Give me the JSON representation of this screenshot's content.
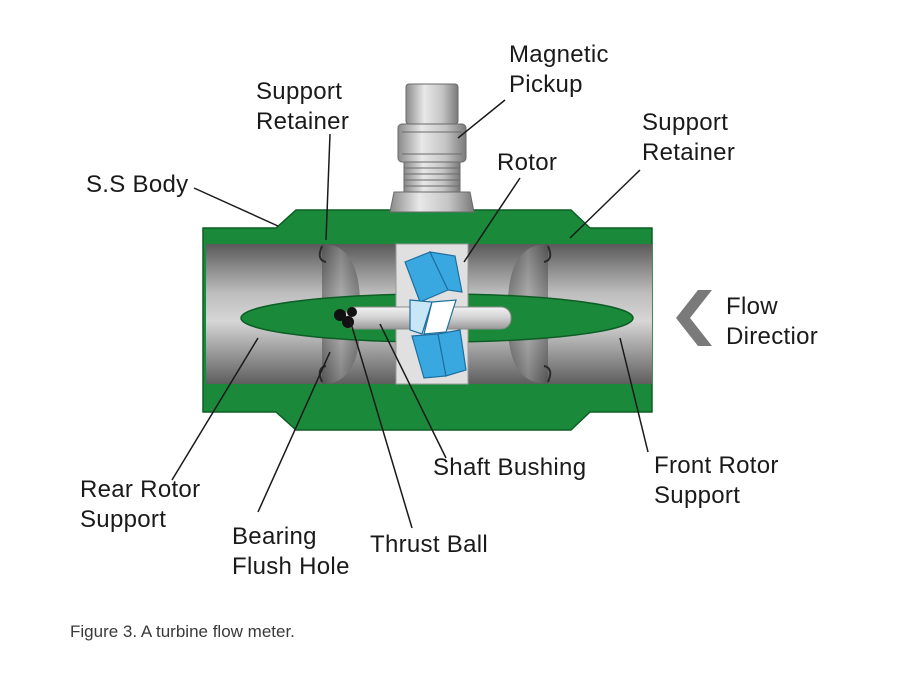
{
  "labels": {
    "magnetic_pickup": [
      "Magnetic",
      "Pickup"
    ],
    "support_retainer_left": [
      "Support",
      "Retainer"
    ],
    "support_retainer_right": [
      "Support",
      "Retainer"
    ],
    "rotor": "Rotor",
    "ss_body": "S.S Body",
    "flow_direction": [
      "Flow",
      "Directior"
    ],
    "shaft_bushing": "Shaft Bushing",
    "front_rotor_support": [
      "Front Rotor",
      "Support"
    ],
    "rear_rotor_support": [
      "Rear Rotor",
      "Support"
    ],
    "bearing_flush_hole": [
      "Bearing",
      "Flush Hole"
    ],
    "thrust_ball": "Thrust Ball"
  },
  "caption": "Figure 3. A turbine flow meter.",
  "colors": {
    "body_green": "#1a8a3a",
    "body_green_dark": "#0d5e25",
    "bore_gray": "#7a7a7a",
    "rotor_blue": "#3aa8e0",
    "pickup_gray": "#b8b8b8",
    "arrow_gray": "#7a7a7a"
  }
}
